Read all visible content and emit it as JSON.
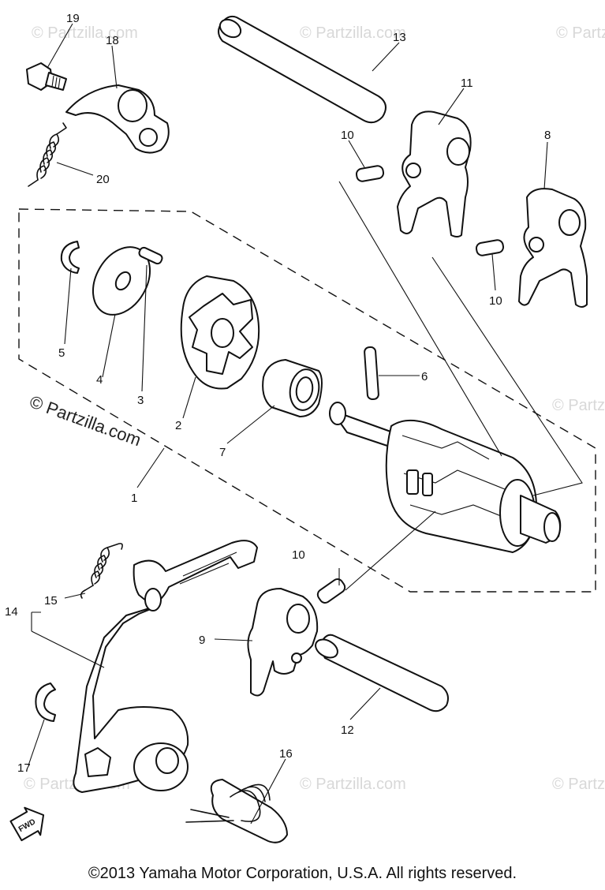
{
  "watermarks": {
    "main": "© Partzilla.com",
    "faint": "© Partzilla.com"
  },
  "callouts": {
    "c1": "1",
    "c2": "2",
    "c3": "3",
    "c4": "4",
    "c5": "5",
    "c6": "6",
    "c7": "7",
    "c8": "8",
    "c9": "9",
    "c10a": "10",
    "c10b": "10",
    "c10c": "10",
    "c11": "11",
    "c12": "12",
    "c13": "13",
    "c14": "14",
    "c15": "15",
    "c16": "16",
    "c17": "17",
    "c18": "18",
    "c19": "19",
    "c20": "20"
  },
  "fwd": "FWD",
  "copyright": "©2013  Yamaha Motor Corporation, U.S.A. All rights reserved."
}
